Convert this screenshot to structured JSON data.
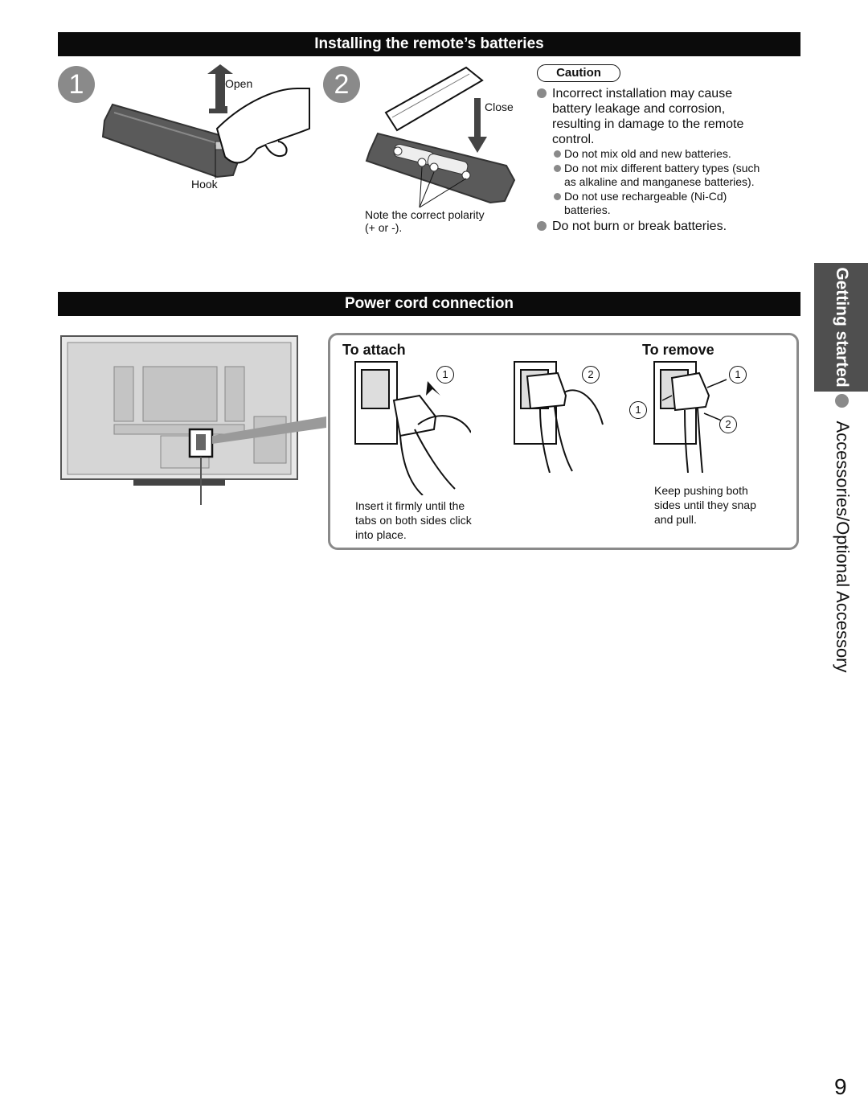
{
  "sections": {
    "batteries_title": "Installing the remote’s batteries",
    "power_title": "Power cord connection"
  },
  "steps": {
    "step1": "1",
    "step2": "2"
  },
  "battery_labels": {
    "open": "Open",
    "hook": "Hook",
    "close": "Close",
    "polarity_line1": "Note the correct polarity",
    "polarity_line2": "(+ or -)."
  },
  "caution": {
    "label": "Caution",
    "main_line1": "Incorrect installation may cause",
    "main_line2": "battery leakage and corrosion,",
    "main_line3": "resulting in damage to the remote",
    "main_line4": "control.",
    "sub1": "Do not mix old and new batteries.",
    "sub2_line1": "Do not mix different battery types (such",
    "sub2_line2": "as alkaline and manganese batteries).",
    "sub3_line1": "Do not use rechargeable (Ni-Cd)",
    "sub3_line2": "batteries.",
    "last": "Do not burn or break batteries."
  },
  "power": {
    "to_attach": "To attach",
    "to_remove": "To remove",
    "attach_caption_line1": "Insert it firmly until the",
    "attach_caption_line2": "tabs on both sides click",
    "attach_caption_line3": "into place.",
    "remove_caption_line1": "Keep pushing both",
    "remove_caption_line2": "sides until they snap",
    "remove_caption_line3": "and pull.",
    "num1": "1",
    "num2": "2"
  },
  "side": {
    "tab": "Getting started",
    "text": "Accessories/Optional Accessory"
  },
  "page_number": "9",
  "colors": {
    "bar": "#0b0b0b",
    "gray": "#8a8a8a",
    "tab": "#4f4f4f"
  }
}
